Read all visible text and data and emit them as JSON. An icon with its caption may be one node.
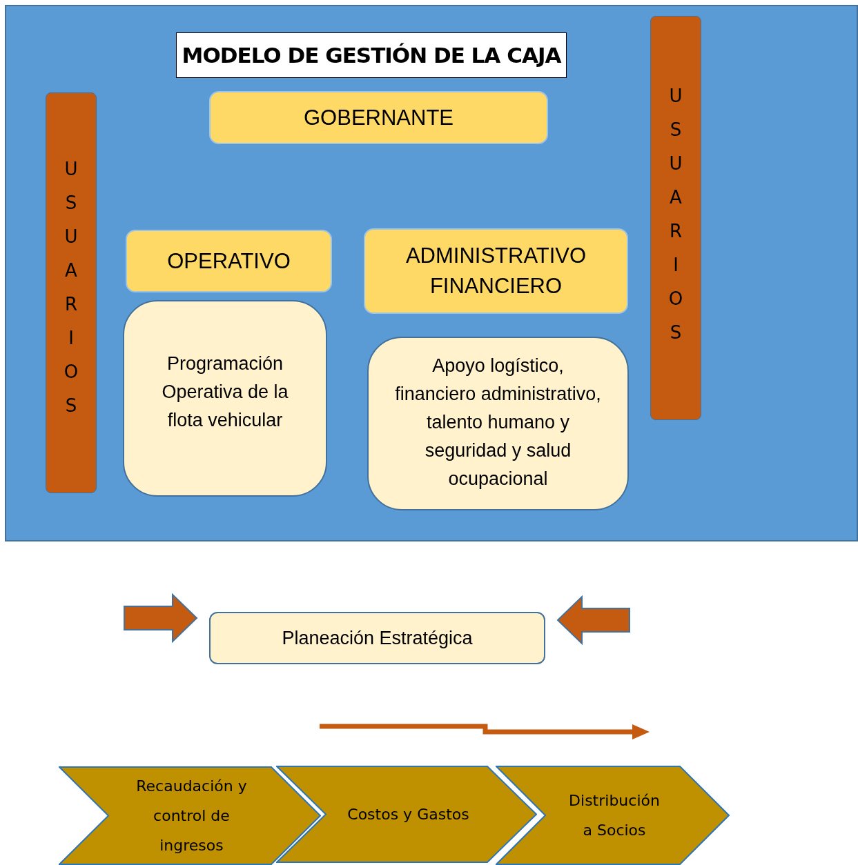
{
  "diagram": {
    "title": "MODELO DE GESTIÓN DE LA CAJA",
    "nodes": [
      {
        "text": [
          "USUARIOS"
        ]
      },
      {
        "text": [
          "GOBERNANTE"
        ]
      },
      {
        "text": [
          "OPERATIVO"
        ]
      },
      {
        "text": [
          "Programación Operativa de la flota vehicular"
        ]
      },
      {
        "text": [
          "ADMINISTRATIVO FINANCIERO"
        ]
      },
      {
        "text": [
          "Apoyo logístico, financiero administrativo, talento humano y seguridad y salud ocupacional"
        ]
      },
      {
        "text": [
          "USUARIOS"
        ]
      },
      {
        "text": [
          "Planeación Estratégica"
        ]
      },
      {
        "text": [
          "Recaudación y control de ingresos"
        ]
      },
      {
        "text": [
          "Costos y Gastos"
        ]
      },
      {
        "text": [
          "Distribución a Socios"
        ]
      }
    ],
    "edges": [
      {
        "from": null,
        "to": 7,
        "arrow": "to"
      },
      {
        "from": null,
        "to": 7,
        "arrow": "to"
      }
    ]
  }
}
